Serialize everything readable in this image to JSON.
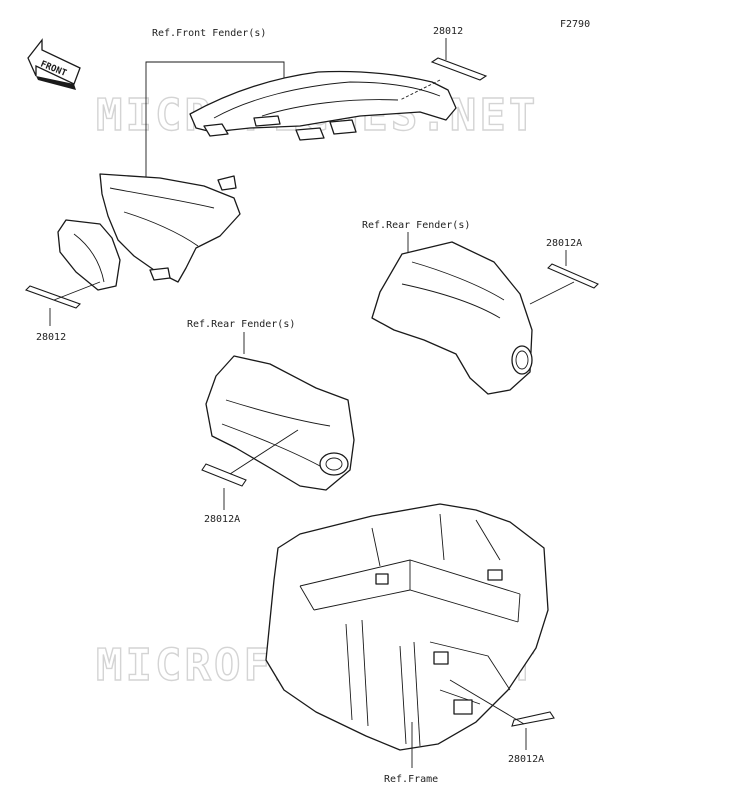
{
  "figure_code": "F2790",
  "front_indicator": "FRONT",
  "watermark": "MICROFICHES.NET",
  "callouts": {
    "ref_front_fenders": "Ref.Front Fender(s)",
    "ref_rear_fenders_right": "Ref.Rear Fender(s)",
    "ref_rear_fenders_left": "Ref.Rear Fender(s)",
    "ref_frame": "Ref.Frame"
  },
  "part_numbers": {
    "decal_top": "28012",
    "decal_left": "28012",
    "decal_right": "28012A",
    "decal_middle": "28012A",
    "decal_bottom": "28012A"
  }
}
